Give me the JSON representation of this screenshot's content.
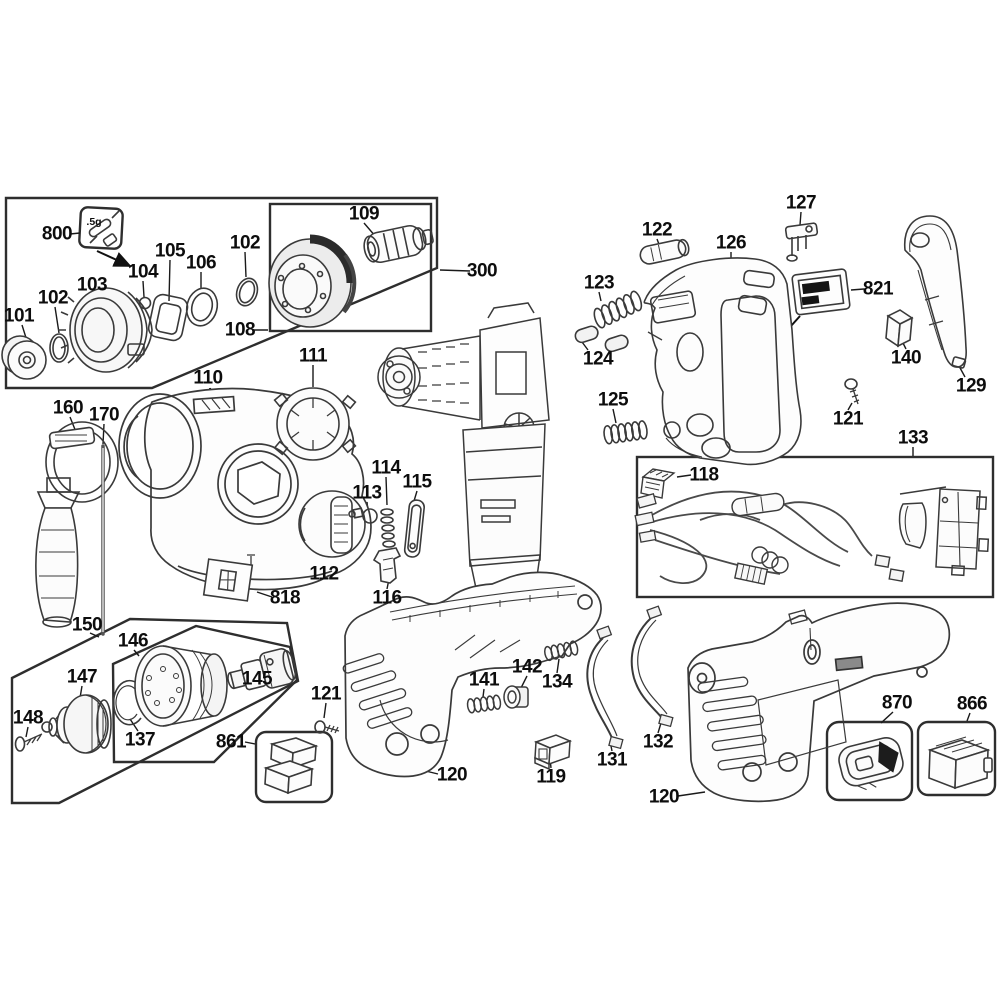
{
  "figure": {
    "background": "#ffffff",
    "line_color": "#3a3a3a",
    "label_color": "#0d0d0d"
  },
  "parts": {
    "p800": "800",
    "grease_amount": ".5g",
    "p101": "101",
    "p102a": "102",
    "p103": "103",
    "p104": "104",
    "p105": "105",
    "p106": "106",
    "p102b": "102",
    "p108": "108",
    "p109": "109",
    "p300": "300",
    "p110": "110",
    "p111": "111",
    "p160": "160",
    "p170": "170",
    "p818": "818",
    "p112": "112",
    "p113": "113",
    "p114": "114",
    "p115": "115",
    "p116": "116",
    "p122": "122",
    "p123": "123",
    "p124": "124",
    "p125": "125",
    "p126": "126",
    "p127": "127",
    "p821": "821",
    "p140": "140",
    "p129": "129",
    "p121a": "121",
    "p133": "133",
    "p118": "118",
    "p150": "150",
    "p146": "146",
    "p147": "147",
    "p148": "148",
    "p137": "137",
    "p145": "145",
    "p861": "861",
    "p121b": "121",
    "p120a": "120",
    "p141": "141",
    "p142": "142",
    "p134": "134",
    "p119": "119",
    "p131": "131",
    "p132": "132",
    "p120b": "120",
    "p870": "870",
    "p866": "866"
  }
}
